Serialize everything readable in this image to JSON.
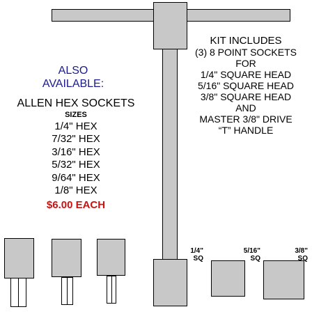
{
  "also_available": [
    "ALSO",
    "AVAILABLE:"
  ],
  "allen": {
    "title": "ALLEN HEX SOCKETS",
    "sizes_label": "SIZES",
    "sizes": [
      "1/4\" HEX",
      "7/32\" HEX",
      "3/16\" HEX",
      "5/32\" HEX",
      "9/64\" HEX",
      "1/8\" HEX"
    ],
    "price": "$6.00 EACH"
  },
  "kit": {
    "lines": [
      "KIT INCLUDES",
      "(3) 8 POINT SOCKETS",
      "FOR",
      "1/4\" SQUARE HEAD",
      "5/16\" SQUARE HEAD",
      "3/8\" SQUARE HEAD",
      "AND",
      "MASTER 3/8\" DRIVE",
      "“T” HANDLE"
    ]
  },
  "sockets": [
    {
      "size": "1/4\"",
      "unit": "SQ"
    },
    {
      "size": "5/16\"",
      "unit": "SQ"
    },
    {
      "size": "3/8\"",
      "unit": "SQ"
    }
  ],
  "colors": {
    "blue_text": "#1a1a8c",
    "price_red": "#cc1111",
    "part_fill": "#c8c8c8"
  }
}
